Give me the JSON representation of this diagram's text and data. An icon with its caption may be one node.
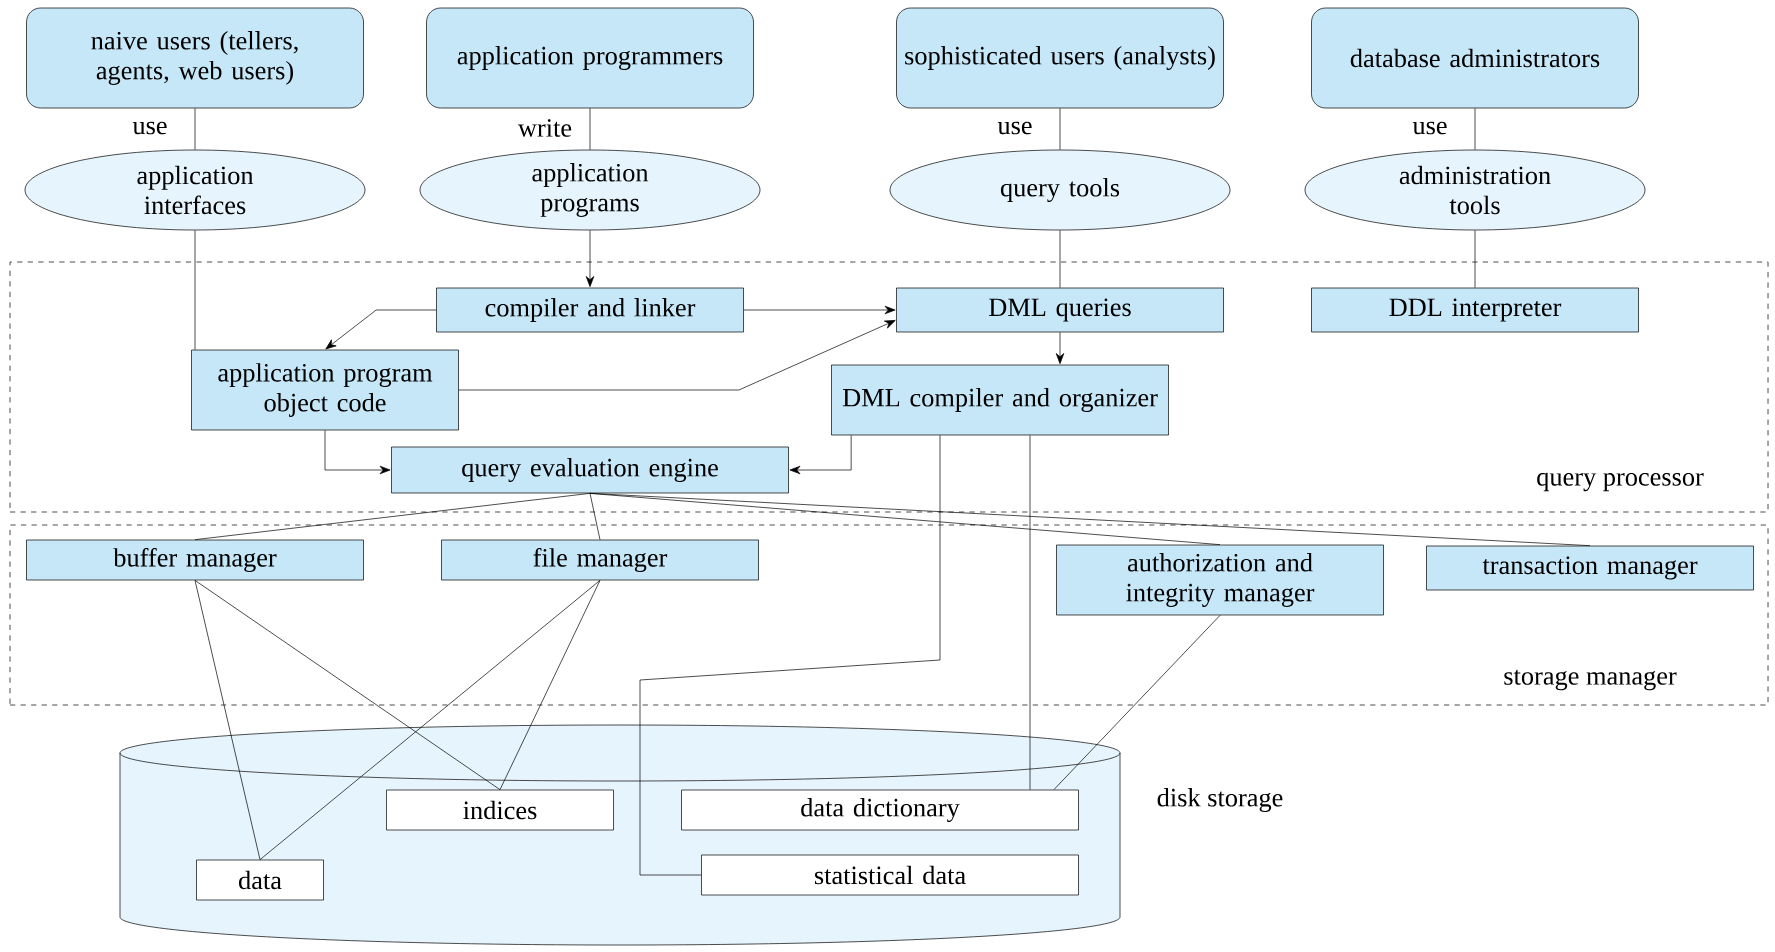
{
  "diagram": {
    "nodes": [
      {
        "text": [
          "naive users (tellers, agents, web users)"
        ]
      },
      {
        "text": [
          "application programmers"
        ]
      },
      {
        "text": [
          "sophisticated users (analysts)"
        ]
      },
      {
        "text": [
          "database administrators"
        ]
      },
      {
        "text": [
          "application interfaces"
        ]
      },
      {
        "text": [
          "application programs"
        ]
      },
      {
        "text": [
          "query tools"
        ]
      },
      {
        "text": [
          "administration tools"
        ]
      },
      {
        "text": [
          "query processor"
        ]
      },
      {
        "text": [
          "compiler and linker"
        ],
        "in": 8
      },
      {
        "text": [
          "DML queries"
        ],
        "in": 8
      },
      {
        "text": [
          "DDL interpreter"
        ],
        "in": 8
      },
      {
        "text": [
          "application program object code"
        ],
        "in": 8
      },
      {
        "text": [
          "DML compiler and organizer"
        ],
        "in": 8
      },
      {
        "text": [
          "query evaluation engine"
        ],
        "in": 8
      },
      {
        "text": [
          "storage manager"
        ]
      },
      {
        "text": [
          "buffer manager"
        ],
        "in": 15
      },
      {
        "text": [
          "file manager"
        ],
        "in": 15
      },
      {
        "text": [
          "authorization and integrity manager"
        ],
        "in": 15
      },
      {
        "text": [
          "transaction manager"
        ],
        "in": 15
      },
      {
        "text": [
          "disk storage"
        ]
      },
      {
        "text": [
          "indices"
        ],
        "in": 20
      },
      {
        "text": [
          "data dictionary"
        ],
        "in": 20
      },
      {
        "text": [
          "data"
        ],
        "in": 20
      },
      {
        "text": [
          "statistical data"
        ],
        "in": 20
      }
    ],
    "edges": [
      {
        "from": 0,
        "to": 4,
        "arrow": "none",
        "label": "use"
      },
      {
        "from": 1,
        "to": 5,
        "arrow": "none",
        "label": "write"
      },
      {
        "from": 2,
        "to": 6,
        "arrow": "none",
        "label": "use"
      },
      {
        "from": 3,
        "to": 7,
        "arrow": "none",
        "label": "use"
      },
      {
        "from": 5,
        "to": 9,
        "arrow": "to"
      },
      {
        "from": 4,
        "to": 12,
        "arrow": "none"
      },
      {
        "from": 6,
        "to": 10,
        "arrow": "none"
      },
      {
        "from": 7,
        "to": 11,
        "arrow": "none"
      },
      {
        "from": 9,
        "to": 12,
        "arrow": "to"
      },
      {
        "from": 9,
        "to": 10,
        "arrow": "to"
      },
      {
        "from": 12,
        "to": 10,
        "arrow": "to"
      },
      {
        "from": 10,
        "to": 13,
        "arrow": "to"
      },
      {
        "from": 13,
        "to": 14,
        "arrow": "to"
      },
      {
        "from": 12,
        "to": 14,
        "arrow": "to"
      },
      {
        "from": 14,
        "to": 16,
        "arrow": "none"
      },
      {
        "from": 14,
        "to": 17,
        "arrow": "none"
      },
      {
        "from": 14,
        "to": 18,
        "arrow": "none"
      },
      {
        "from": 14,
        "to": 19,
        "arrow": "none"
      },
      {
        "from": 16,
        "to": 21,
        "arrow": "none"
      },
      {
        "from": 16,
        "to": 23,
        "arrow": "none"
      },
      {
        "from": 17,
        "to": 21,
        "arrow": "none"
      },
      {
        "from": 17,
        "to": 23,
        "arrow": "none"
      },
      {
        "from": 18,
        "to": 22,
        "arrow": "none"
      },
      {
        "from": 13,
        "to": 22,
        "arrow": "none"
      },
      {
        "from": 13,
        "to": 24,
        "arrow": "none"
      }
    ]
  }
}
